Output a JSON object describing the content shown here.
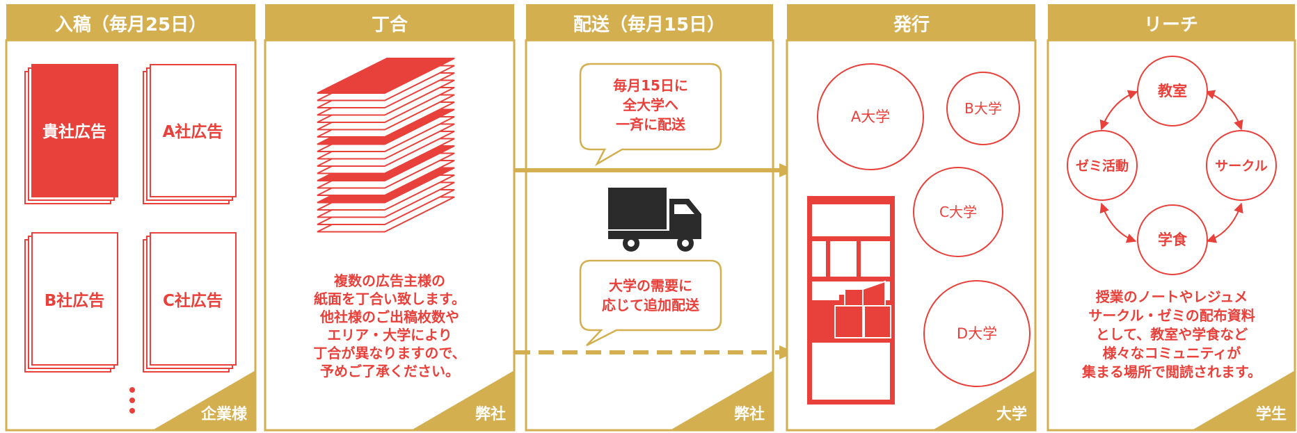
{
  "colors": {
    "gold": "#D4AF4F",
    "red": "#E8403A",
    "dark": "#2B2B2B",
    "white": "#FFFFFF"
  },
  "stages": [
    {
      "header": "入稿（毎月25日）",
      "corner": "企業様",
      "ads": [
        {
          "label": "貴社広告",
          "highlight": true
        },
        {
          "label": "A社広告",
          "highlight": false
        },
        {
          "label": "B社広告",
          "highlight": false
        },
        {
          "label": "C社広告",
          "highlight": false
        }
      ],
      "more_icon": "vertical-ellipsis-icon"
    },
    {
      "header": "丁合",
      "corner": "弊社",
      "illustration": "paper-stack-icon",
      "description": [
        "複数の広告主様の",
        "紙面を丁合い致します。",
        "他社様のご出稿枚数や",
        "エリア・大学により",
        "丁合が異なりますので、",
        "予めご了承ください。"
      ]
    },
    {
      "header": "配送（毎月15日）",
      "corner": "弊社",
      "bubble_top": [
        "毎月15日に",
        "全大学へ",
        "一斉に配送"
      ],
      "bubble_bottom": [
        "大学の需要に",
        "応じて追加配送"
      ],
      "illustration": "delivery-truck-icon"
    },
    {
      "header": "発行",
      "corner": "大学",
      "universities": [
        "A大学",
        "B大学",
        "C大学",
        "D大学"
      ],
      "illustration": "magazine-rack-icon"
    },
    {
      "header": "リーチ",
      "corner": "学生",
      "cycle": [
        "教室",
        "サークル",
        "学食",
        "ゼミ活動"
      ],
      "description": [
        "授業のノートやレジュメ",
        "サークル・ゼミの配布資料",
        "として、教室や学食など",
        "様々なコミュニティが",
        "集まる場所で閲読されます。"
      ]
    }
  ]
}
